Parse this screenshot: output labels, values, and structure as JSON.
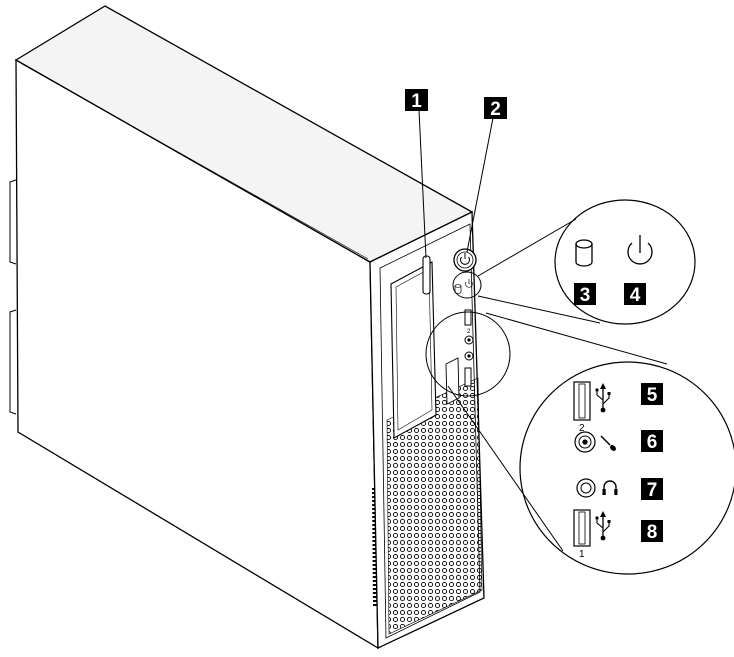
{
  "callouts": {
    "c1": "1",
    "c2": "2",
    "c3": "3",
    "c4": "4",
    "c5": "5",
    "c6": "6",
    "c7": "7",
    "c8": "8"
  },
  "port_labels": {
    "usb_top": "2",
    "usb_bottom": "1",
    "usb_front_small": "2"
  },
  "icons": {
    "optical_drive_eject": "eject-button",
    "power_button": "power-button",
    "hdd_activity": "drive-activity-icon",
    "power_indicator": "power-indicator-icon",
    "usb": "usb-icon",
    "microphone": "microphone-icon",
    "headphone": "headphone-icon"
  },
  "colors": {
    "line": "#000000",
    "callout_bg": "#000000",
    "callout_text": "#ffffff",
    "case_side": "#ffffff",
    "case_top": "#f2f2f2"
  }
}
